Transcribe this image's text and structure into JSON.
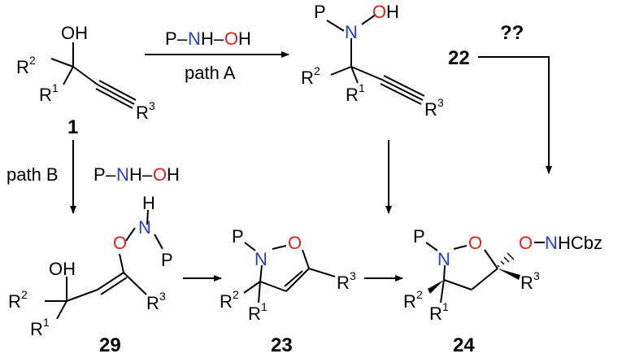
{
  "labels": {
    "P": "P",
    "N": "N",
    "O": "O",
    "H": "H",
    "OH": "OH",
    "R": "R",
    "r1": "1",
    "r2": "2",
    "r3": "3",
    "dash": "–",
    "NHCbz": "HCbz",
    "pathA": "path A",
    "pathB": "path B",
    "question": "??",
    "c1": "1",
    "c22": "22",
    "c23": "23",
    "c24": "24",
    "c29": "29"
  }
}
